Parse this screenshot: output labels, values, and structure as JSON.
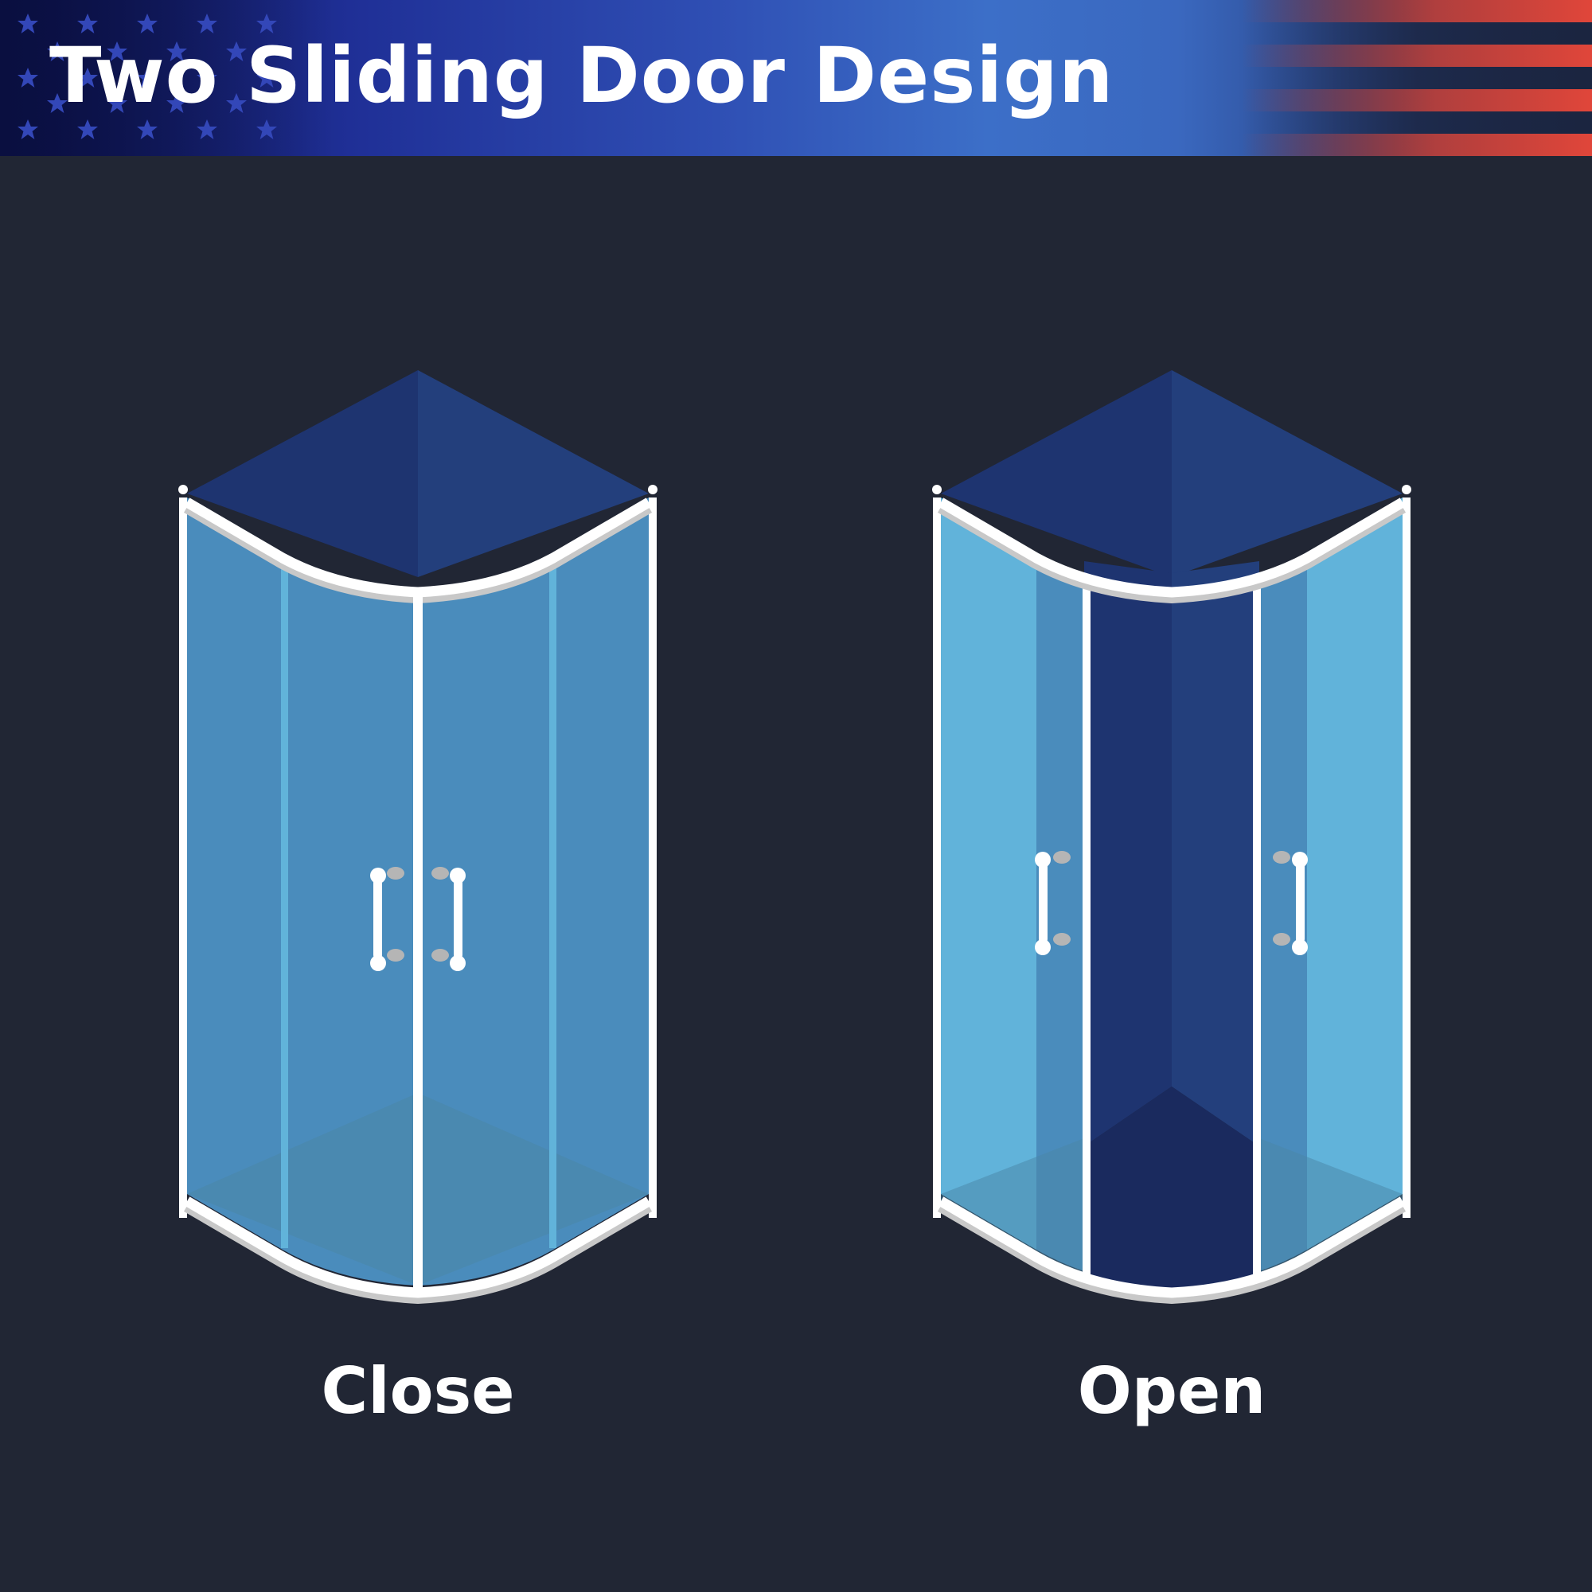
{
  "header": {
    "title": "Two Sliding Door Design"
  },
  "panels": [
    {
      "id": "close",
      "label": "Close"
    },
    {
      "id": "open",
      "label": "Open"
    }
  ],
  "colors": {
    "background": "#212634",
    "glass_dark": "#4a8cbc",
    "glass_light": "#61b3da",
    "interior_dark": "#1e3470",
    "interior_mid": "#233f7c",
    "frame": "#ffffff",
    "handle_bracket": "#b5b5b5",
    "stripe_red": "#e0463a"
  },
  "icons": [
    "us-flag-stars-icon",
    "us-flag-stripes-icon"
  ]
}
